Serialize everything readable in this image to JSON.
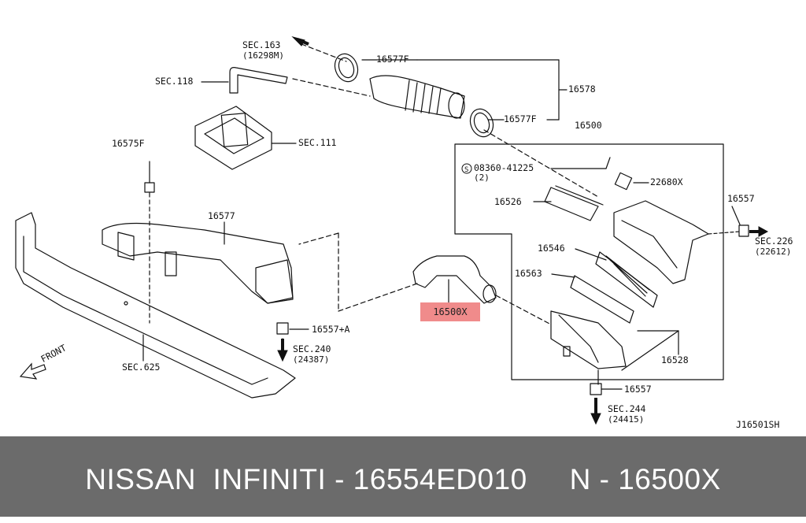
{
  "labels": {
    "sec163": "SEC.163",
    "sec163_sub": "(16298M)",
    "p16577F_top": "16577F",
    "sec118": "SEC.118",
    "p16578": "16578",
    "p16577F_mid": "16577F",
    "p16500": "16500",
    "sec111": "SEC.111",
    "p16575F": "16575F",
    "bolt_code": "08360-41225",
    "bolt_qty": "(2)",
    "p22680X": "22680X",
    "p16526": "16526",
    "p16557_right": "16557",
    "sec226": "SEC.226",
    "sec226_sub": "(22612)",
    "p16577": "16577",
    "p16546": "16546",
    "p16563": "16563",
    "p16500X": "16500X",
    "p16557A": "16557+A",
    "sec240": "SEC.240",
    "sec240_sub": "(24387)",
    "front": "FRONT",
    "sec625": "SEC.625",
    "p16528": "16528",
    "p16557_bottom": "16557",
    "sec244": "SEC.244",
    "sec244_sub": "(24415)",
    "diagram_id": "J16501SH"
  },
  "footer": {
    "title": "NISSAN  INFINITI - 16554ED010     N - 16500X"
  },
  "colors": {
    "highlight": "#f08b8b",
    "footer_bg": "#6b6b6b",
    "line": "#111111"
  }
}
